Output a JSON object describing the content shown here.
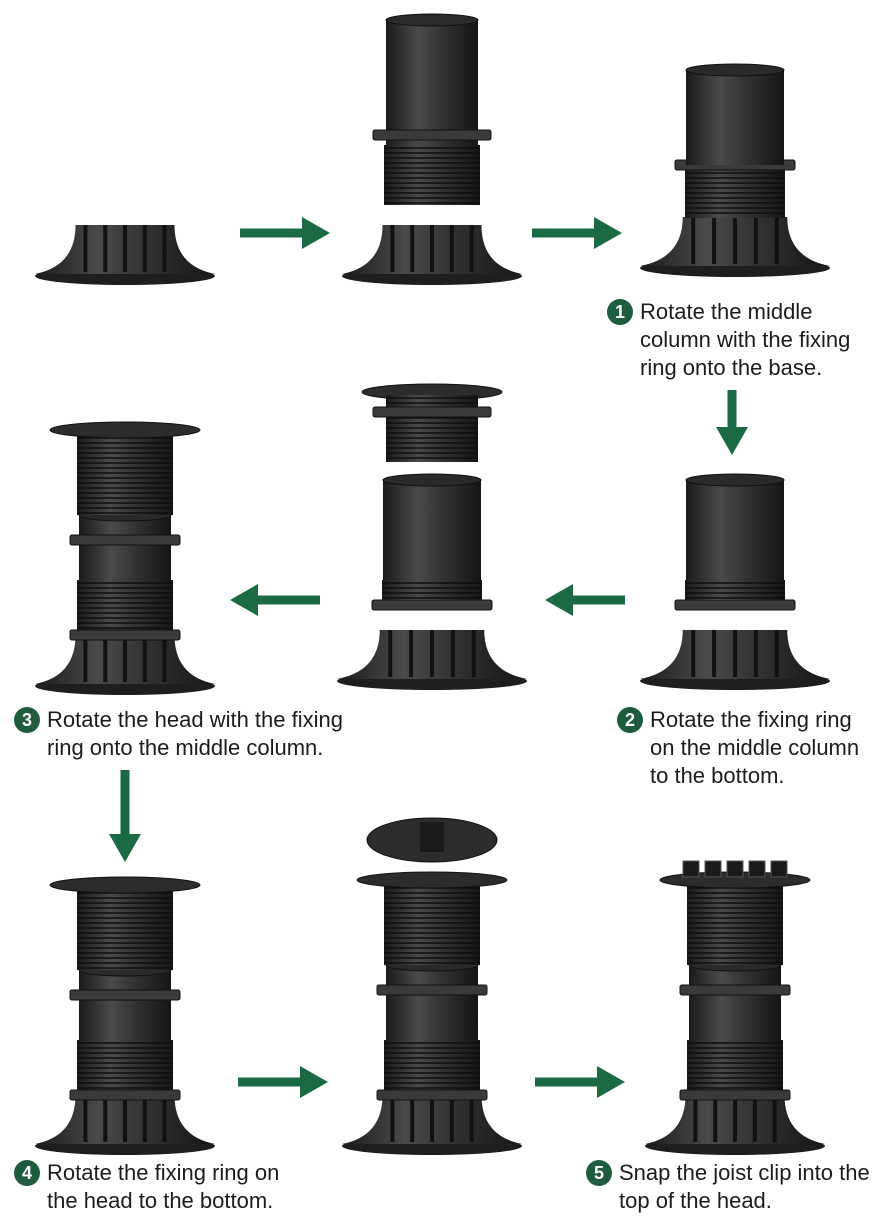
{
  "colors": {
    "arrow": "#1b6a44",
    "badge": "#1f5c3e",
    "part": "#2b2b2b"
  },
  "steps": [
    {
      "number": "1",
      "text": "Rotate the middle\ncolumn with the fixing\nring onto the base."
    },
    {
      "number": "2",
      "text": "Rotate the fixing ring\non the middle column\nto the bottom."
    },
    {
      "number": "3",
      "text": "Rotate the head with the fixing\nring onto the middle column."
    },
    {
      "number": "4",
      "text": "Rotate the fixing ring on\nthe head to the bottom."
    },
    {
      "number": "5",
      "text": "Snap the joist clip into the\ntop of the head."
    }
  ]
}
